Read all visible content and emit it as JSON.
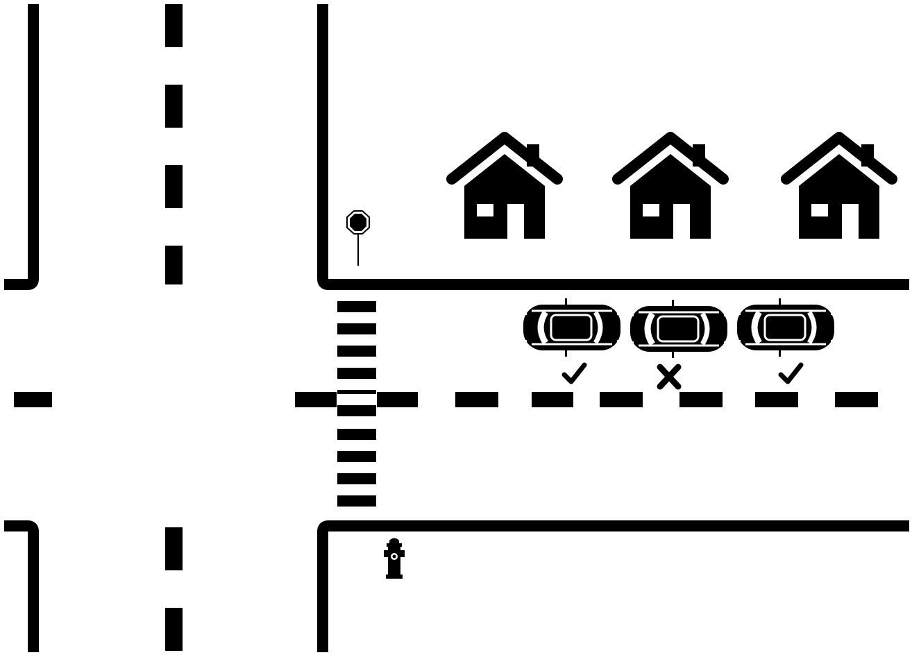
{
  "scene": {
    "colors": {
      "background": "#ffffff",
      "ink": "#000000"
    },
    "objects": {
      "houses": [
        {
          "name": "house-1"
        },
        {
          "name": "house-2"
        },
        {
          "name": "house-3"
        }
      ],
      "parked_cars": [
        {
          "name": "parked-car-1",
          "status": "allowed",
          "mark_icon": "checkmark-icon"
        },
        {
          "name": "parked-car-2",
          "status": "not-allowed",
          "mark_icon": "x-mark-icon"
        },
        {
          "name": "parked-car-3",
          "status": "allowed",
          "mark_icon": "checkmark-icon"
        }
      ],
      "stop_sign": {
        "icon": "stop-sign-icon"
      },
      "fire_hydrant": {
        "icon": "fire-hydrant-icon"
      },
      "crosswalk": {
        "stripes": 10
      }
    }
  }
}
